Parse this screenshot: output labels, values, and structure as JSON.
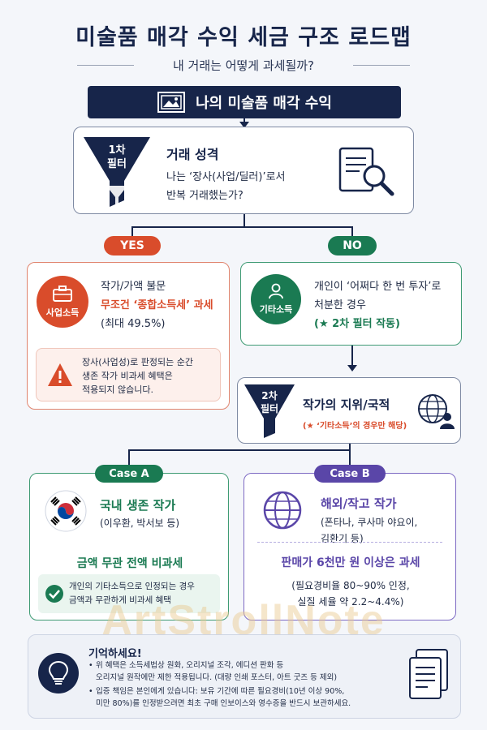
{
  "header": {
    "title": "미술품 매각 수익 세금 구조 로드맵",
    "subtitle": "내 거래는 어떻게 과세될까?"
  },
  "hero": {
    "label": "나의 미술품 매각 수익"
  },
  "filter1": {
    "badge_line1": "1차",
    "badge_line2": "필터",
    "title": "거래 성격",
    "question_line1": "나는 ‘장사(사업/딜러)’로서",
    "question_line2": "반복 거래했는가?"
  },
  "branches": {
    "yes": "YES",
    "no": "NO"
  },
  "yes_card": {
    "badge": "사업소득",
    "line1": "작가/가액 불문",
    "line2": "무조건 ‘종합소득세’ 과세",
    "line3": "(최대 49.5%)",
    "warning_line1": "장사(사업성)로 판정되는 순간",
    "warning_line2": "생존 작가 비과세 혜택은",
    "warning_line3": "적용되지 않습니다."
  },
  "no_card": {
    "badge": "기타소득",
    "line1": "개인이 ‘어쩌다 한 번 투자’로",
    "line2": "처분한 경우",
    "line3": "(★ 2차 필터 작동)"
  },
  "filter2": {
    "badge_line1": "2차",
    "badge_line2": "필터",
    "title": "작가의 지위/국적",
    "note": "(★ ‘기타소득’의 경우만 해당)"
  },
  "case_a": {
    "label": "Case A",
    "title": "국내 생존 작가",
    "examples": "(이우환, 박서보 등)",
    "headline": "금액 무관 전액 비과세",
    "note_line1": "개인의 기타소득으로 인정되는 경우",
    "note_line2": "금액과 무관하게 비과세 혜택"
  },
  "case_b": {
    "label": "Case B",
    "title": "해외/작고 작가",
    "examples_line1": "(폰타나, 쿠사마 야요이,",
    "examples_line2": "김환기 등)",
    "headline": "판매가 6천만 원 이상은 과세",
    "detail_line1": "(필요경비율 80~90% 인정,",
    "detail_line2": "실질 세율 약 2.2~4.4%)"
  },
  "memo": {
    "title": "기억하세요!",
    "bullet1_line1": "위 혜택은 소득세법상 원화, 오리지널 조각, 에디션 판화 등",
    "bullet1_line2": "오리지널 원작에만 제한 적용됩니다. (대량 인쇄 포스터, 아트 굿즈 등 제외)",
    "bullet2_line1": "입증 책임은 본인에게 있습니다: 보유 기간에 따른 필요경비(10년 이상 90%,",
    "bullet2_line2": "미만 80%)를 인정받으려면 최초 구매 인보이스와 영수증을 반드시 보관하세요."
  },
  "watermark": "ArtStrollNote",
  "colors": {
    "navy": "#17254a",
    "red": "#d94c2b",
    "green": "#1a7a52",
    "purple": "#5a46a8"
  },
  "icons": [
    "picture-icon",
    "document-search-icon",
    "briefcase-icon",
    "warning-icon",
    "person-icon",
    "globe-icon",
    "globe-person-icon",
    "korea-flag-icon",
    "check-icon",
    "lightbulb-icon",
    "document-icon"
  ]
}
